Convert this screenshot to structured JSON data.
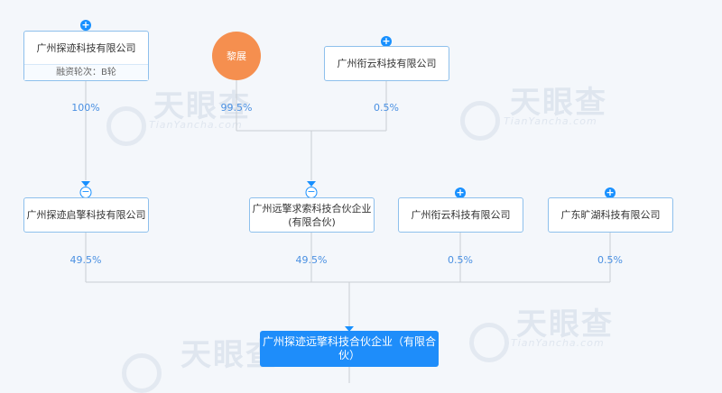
{
  "watermark": {
    "brand": "天眼查",
    "sub": "TianYancha.com"
  },
  "shareholders": {
    "tanji": {
      "name": "广州探迹科技有限公司",
      "meta": "融资轮次：B轮",
      "pct": "100%"
    },
    "lizhan": {
      "name": "黎展",
      "pct": "99.5%"
    },
    "hengyun_top": {
      "name": "广州衔云科技有限公司",
      "pct": "0.5%"
    }
  },
  "middle": {
    "qiqing": {
      "name": "广州探迹启擎科技有限公司",
      "pct": "49.5%"
    },
    "yuanqing": {
      "name_line1": "广州远擎求索科技合伙企业",
      "name_line2": "(有限合伙)",
      "pct": "49.5%"
    },
    "hengyun": {
      "name": "广州衔云科技有限公司",
      "pct": "0.5%"
    },
    "kuanghu": {
      "name": "广东旷湖科技有限公司",
      "pct": "0.5%"
    }
  },
  "main": {
    "name": "广州探迹远擎科技合伙企业（有限合伙）"
  },
  "colors": {
    "accent": "#1890ff",
    "person": "#f58f4f",
    "line": "#c9cdd3",
    "pct": "#4a90e2"
  }
}
